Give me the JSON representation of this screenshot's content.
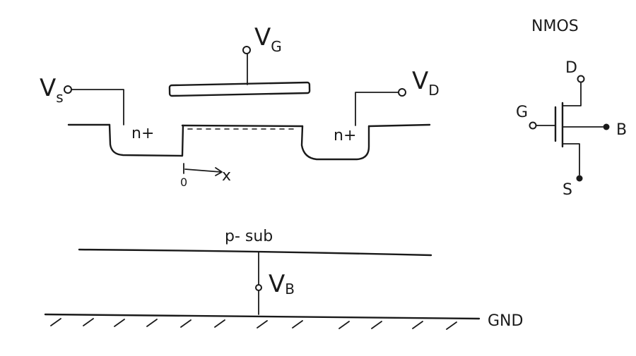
{
  "diagram": {
    "cross_section": {
      "source": {
        "main": "V",
        "sub": "s"
      },
      "gate": {
        "main": "V",
        "sub": "G"
      },
      "drain": {
        "main": "V",
        "sub": "D"
      },
      "left_well": "n+",
      "right_well": "n+",
      "axis_origin": "0",
      "axis_label": "x",
      "substrate": "p- sub",
      "body": {
        "main": "V",
        "sub": "B"
      },
      "ground": "GND"
    },
    "symbol": {
      "title": "NMOS",
      "drain": "D",
      "gate": "G",
      "source": "S",
      "body": "B"
    }
  }
}
